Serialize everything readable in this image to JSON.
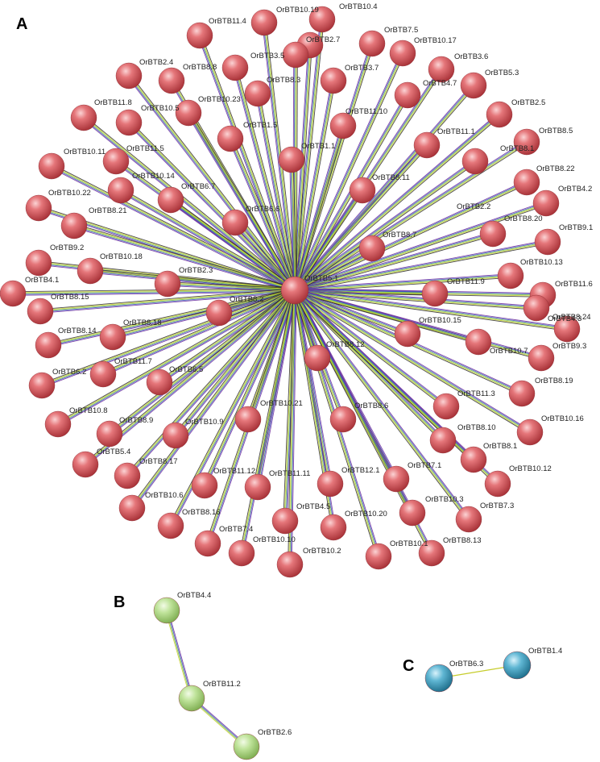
{
  "panels": [
    {
      "letter": "A"
    },
    {
      "letter": "B"
    },
    {
      "letter": "C"
    }
  ],
  "colors": {
    "cluster_a": "#e05a5f",
    "cluster_b": "#a6d86f",
    "cluster_c": "#3f9fbf",
    "edge_palette": [
      "#6a2a9a",
      "#3a4fc0",
      "#76c043",
      "#c6cc2a",
      "#2a2a2a"
    ]
  },
  "network": {
    "hub": "OrBTB5.1",
    "cluster_a_nodes": [
      "OrBTB11.4",
      "OrBTB10.19",
      "OrBTB10.4",
      "OrBTB7.5",
      "OrBTB2.7",
      "OrBTB10.17",
      "OrBTB3.5",
      "OrBTB3.6",
      "OrBTB2.4",
      "OrBTB8.8",
      "OrBTB8.3",
      "OrBTB3.7",
      "OrBTB4.7",
      "OrBTB5.3",
      "OrBTB10.23",
      "OrBTB11.8",
      "OrBTB10.5",
      "OrBTB11.10",
      "OrBTB2.5",
      "OrBTB1.5",
      "OrBTB11.1",
      "OrBTB8.5",
      "OrBTB1.1",
      "OrBTB10.11",
      "OrBTB11.5",
      "OrBTB8.1x",
      "OrBTB8.22",
      "OrBTB10.14",
      "OrBTB8.11",
      "OrBTB4.2",
      "OrBTB10.22",
      "OrBTB6.7",
      "OrBTB2.2",
      "OrBTB8.21",
      "OrBTB6.6",
      "OrBTB8.20",
      "OrBTB9.1",
      "OrBTB8.7",
      "OrBTB9.2",
      "OrBTB10.18",
      "OrBTB10.13",
      "OrBTB4.1",
      "OrBTB2.3",
      "OrBTB11.9",
      "OrBTB11.6",
      "OrBTB8.15",
      "OrBTB8.2",
      "OrBTB4.3",
      "OrBTB8.24",
      "OrBTB8.14",
      "OrBTB8.18",
      "OrBTB10.15",
      "OrBTB9.3",
      "OrBTB10.7",
      "OrBTB6.2",
      "OrBTB11.7",
      "OrBTB6.5",
      "OrBTB8.12",
      "OrBTB8.19",
      "OrBTB11.3",
      "OrBTB10.8",
      "OrBTB10.21",
      "OrBTB8.9",
      "OrBTB8.6",
      "OrBTB10.16",
      "OrBTB10.9",
      "OrBTB8.10",
      "OrBTB5.4",
      "OrBTB8.1",
      "OrBTB8.17",
      "OrBTB11.12",
      "OrBTB7.1",
      "OrBTB10.12",
      "OrBTB11.11",
      "OrBTB12.1",
      "OrBTB10.6",
      "OrBTB10.3",
      "OrBTB7.3",
      "OrBTB8.16",
      "OrBTB4.5",
      "OrBTB10.20",
      "OrBTB7.4",
      "OrBTB10.10",
      "OrBTB10.2",
      "OrBTB10.1",
      "OrBTB8.13"
    ],
    "cluster_b_nodes": [
      "OrBTB4.4",
      "OrBTB11.2",
      "OrBTB2.6"
    ],
    "cluster_b_edges": [
      [
        "OrBTB4.4",
        "OrBTB11.2"
      ],
      [
        "OrBTB11.2",
        "OrBTB2.6"
      ]
    ],
    "cluster_c_nodes": [
      "OrBTB6.3",
      "OrBTB1.4"
    ],
    "cluster_c_edges": [
      [
        "OrBTB6.3",
        "OrBTB1.4"
      ]
    ]
  },
  "labels": {
    "OrBTB5.1": "OrBTB5.1",
    "OrBTB11.4": "OrBTB11.4",
    "OrBTB10.19": "OrBTB10.19",
    "OrBTB10.4": "OrBTB10.4",
    "OrBTB7.5": "OrBTB7.5",
    "OrBTB2.7": "OrBTB2.7",
    "OrBTB10.17": "OrBTB10.17",
    "OrBTB3.5": "OrBTB3.5",
    "OrBTB3.6": "OrBTB3.6",
    "OrBTB2.4": "OrBTB2.4",
    "OrBTB8.8": "OrBTB8.8",
    "OrBTB8.3": "OrBTB8.3",
    "OrBTB3.7": "OrBTB3.7",
    "OrBTB4.7": "OrBTB4.7",
    "OrBTB5.3": "OrBTB5.3",
    "OrBTB10.23": "OrBTB10.23",
    "OrBTB11.8": "OrBTB11.8",
    "OrBTB10.5": "OrBTB10.5",
    "OrBTB11.10": "OrBTB11.10",
    "OrBTB2.5": "OrBTB2.5",
    "OrBTB1.5": "OrBTB1.5",
    "OrBTB11.1": "OrBTB11.1",
    "OrBTB8.5": "OrBTB8.5",
    "OrBTB1.1": "OrBTB1.1",
    "OrBTB10.11": "OrBTB10.11",
    "OrBTB11.5": "OrBTB11.5",
    "OrBTB8.1x": "OrBTB8.1",
    "OrBTB8.22": "OrBTB8.22",
    "OrBTB10.14": "OrBTB10.14",
    "OrBTB8.11": "OrBTB8.11",
    "OrBTB4.2": "OrBTB4.2",
    "OrBTB10.22": "OrBTB10.22",
    "OrBTB6.7": "OrBTB6.7",
    "OrBTB2.2": "OrBTB2.2",
    "OrBTB8.21": "OrBTB8.21",
    "OrBTB6.6": "OrBTB6.6",
    "OrBTB8.20": "OrBTB8.20",
    "OrBTB9.1": "OrBTB9.1",
    "OrBTB8.7": "OrBTB8.7",
    "OrBTB9.2": "OrBTB9.2",
    "OrBTB10.18": "OrBTB10.18",
    "OrBTB10.13": "OrBTB10.13",
    "OrBTB4.1": "OrBTB4.1",
    "OrBTB2.3": "OrBTB2.3",
    "OrBTB11.9": "OrBTB11.9",
    "OrBTB11.6": "OrBTB11.6",
    "OrBTB8.15": "OrBTB8.15",
    "OrBTB8.2": "OrBTB8.2",
    "OrBTB4.3": "OrBTB4.3",
    "OrBTB8.24": "OrBTB8.24",
    "OrBTB8.14": "OrBTB8.14",
    "OrBTB8.18": "OrBTB8.18",
    "OrBTB10.15": "OrBTB10.15",
    "OrBTB9.3": "OrBTB9.3",
    "OrBTB10.7": "OrBTB10.7",
    "OrBTB6.2": "OrBTB6.2",
    "OrBTB11.7": "OrBTB11.7",
    "OrBTB6.5": "OrBTB6.5",
    "OrBTB8.12": "OrBTB8.12",
    "OrBTB8.19": "OrBTB8.19",
    "OrBTB11.3": "OrBTB11.3",
    "OrBTB10.8": "OrBTB10.8",
    "OrBTB10.21": "OrBTB10.21",
    "OrBTB8.9": "OrBTB8.9",
    "OrBTB8.6": "OrBTB8.6",
    "OrBTB10.16": "OrBTB10.16",
    "OrBTB10.9": "OrBTB10.9",
    "OrBTB8.10": "OrBTB8.10",
    "OrBTB5.4": "OrBTB5.4",
    "OrBTB8.1": "OrBTB8.1",
    "OrBTB8.17": "OrBTB8.17",
    "OrBTB11.12": "OrBTB11.12",
    "OrBTB7.1": "OrBTB7.1",
    "OrBTB10.12": "OrBTB10.12",
    "OrBTB11.11": "OrBTB11.11",
    "OrBTB12.1": "OrBTB12.1",
    "OrBTB10.6": "OrBTB10.6",
    "OrBTB10.3": "OrBTB10.3",
    "OrBTB7.3": "OrBTB7.3",
    "OrBTB8.16": "OrBTB8.16",
    "OrBTB4.5": "OrBTB4.5",
    "OrBTB10.20": "OrBTB10.20",
    "OrBTB7.4": "OrBTB7.4",
    "OrBTB10.10": "OrBTB10.10",
    "OrBTB10.2": "OrBTB10.2",
    "OrBTB10.1": "OrBTB10.1",
    "OrBTB8.13": "OrBTB8.13",
    "OrBTB4.4": "OrBTB4.4",
    "OrBTB11.2": "OrBTB11.2",
    "OrBTB2.6": "OrBTB2.6",
    "OrBTB6.3": "OrBTB6.3",
    "OrBTB1.4": "OrBTB1.4"
  }
}
